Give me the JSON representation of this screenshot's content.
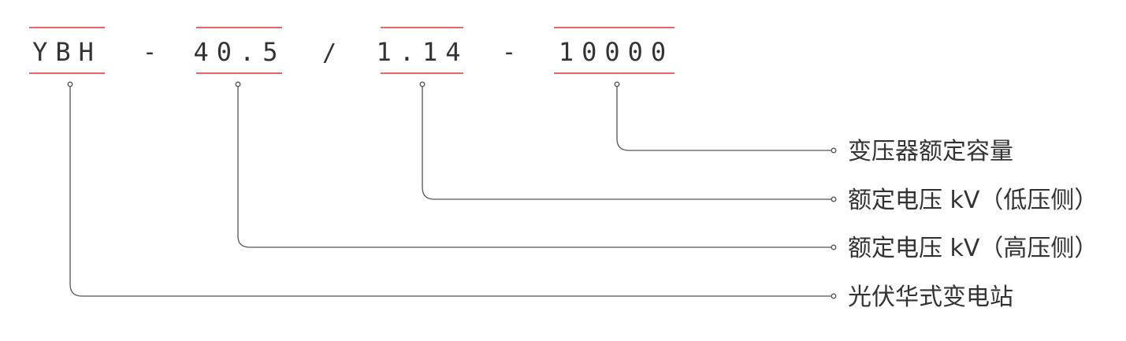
{
  "model_code": {
    "segments": [
      {
        "id": "type",
        "text": "YBH"
      },
      {
        "id": "hv",
        "text": "40.5"
      },
      {
        "id": "lv",
        "text": "1.14"
      },
      {
        "id": "capacity",
        "text": "10000"
      }
    ],
    "separators": [
      "-",
      "/",
      "-"
    ]
  },
  "legend": [
    {
      "segment": "capacity",
      "text": "变压器额定容量"
    },
    {
      "segment": "lv",
      "text": "额定电压 kV（低压侧）"
    },
    {
      "segment": "hv",
      "text": "额定电压 kV（高压侧）"
    },
    {
      "segment": "type",
      "text": "光伏华式变电站"
    }
  ],
  "colors": {
    "accent": "#e2322f",
    "text": "#333333",
    "line": "#555555"
  }
}
